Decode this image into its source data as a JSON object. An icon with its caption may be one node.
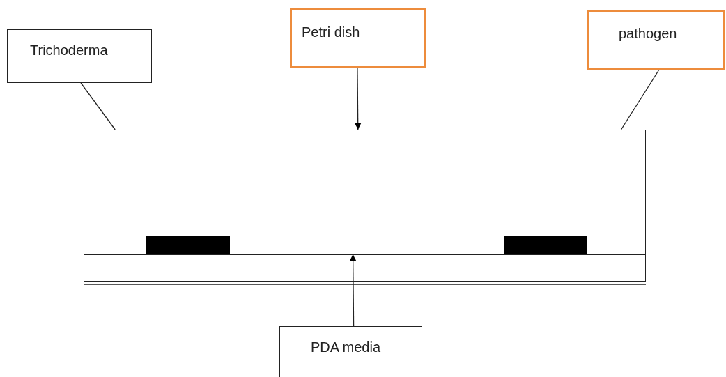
{
  "diagram": {
    "nodes": [
      {
        "text": [
          "Trichoderma"
        ]
      },
      {
        "text": [
          "Petri dish"
        ]
      },
      {
        "text": [
          "pathogen"
        ]
      },
      {
        "text": [],
        "shape": "box"
      },
      {
        "text": [],
        "shape": "box",
        "in": 3
      },
      {
        "text": [],
        "shape": "bar",
        "in": 3
      },
      {
        "text": [],
        "shape": "bar",
        "in": 3
      },
      {
        "text": [
          "PDA media"
        ]
      }
    ],
    "edges": [
      {
        "from": 0,
        "to": 3,
        "arrow": "none"
      },
      {
        "from": 1,
        "to": 3,
        "arrow": "to"
      },
      {
        "from": 2,
        "to": 3,
        "arrow": "none"
      },
      {
        "from": 7,
        "to": 4,
        "arrow": "to"
      }
    ]
  }
}
